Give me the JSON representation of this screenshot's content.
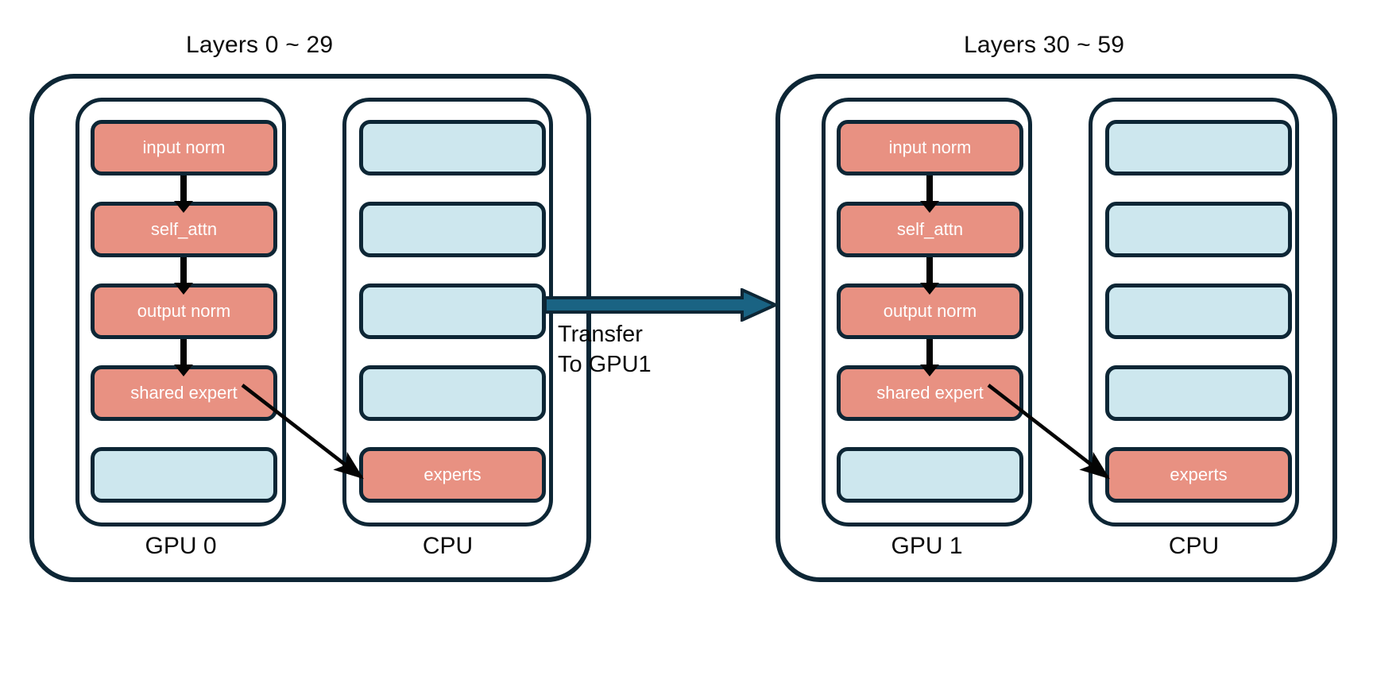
{
  "diagram": {
    "type": "architecture-diagram",
    "title_left": "Layers 0 ~ 29",
    "title_right": "Layers 30 ~ 59",
    "colors": {
      "red_block": "#e89182",
      "blue_block": "#cde7ee",
      "outline": "#0d2635",
      "transfer_arrow": "#1a6383",
      "flow_arrow": "#040404",
      "background": "#ffffff",
      "label_text": "#0b0b0b",
      "block_text": "#ffffff"
    }
  },
  "panels": [
    {
      "id": "left",
      "title": "Layers 0 ~ 29",
      "columns": [
        {
          "id": "gpu",
          "label": "GPU 0",
          "slots": [
            {
              "label": "input norm",
              "color": "red",
              "empty": false
            },
            {
              "label": "self_attn",
              "color": "red",
              "empty": false
            },
            {
              "label": "output norm",
              "color": "red",
              "empty": false
            },
            {
              "label": "shared expert",
              "color": "red",
              "empty": false
            },
            {
              "label": "",
              "color": "blue",
              "empty": true
            }
          ]
        },
        {
          "id": "cpu",
          "label": "CPU",
          "slots": [
            {
              "label": "",
              "color": "blue",
              "empty": true
            },
            {
              "label": "",
              "color": "blue",
              "empty": true
            },
            {
              "label": "",
              "color": "blue",
              "empty": true
            },
            {
              "label": "",
              "color": "blue",
              "empty": true
            },
            {
              "label": "experts",
              "color": "red",
              "empty": false
            }
          ]
        }
      ]
    },
    {
      "id": "right",
      "title": "Layers 30 ~ 59",
      "columns": [
        {
          "id": "gpu",
          "label": "GPU 1",
          "slots": [
            {
              "label": "input norm",
              "color": "red",
              "empty": false
            },
            {
              "label": "self_attn",
              "color": "red",
              "empty": false
            },
            {
              "label": "output norm",
              "color": "red",
              "empty": false
            },
            {
              "label": "shared expert",
              "color": "red",
              "empty": false
            },
            {
              "label": "",
              "color": "blue",
              "empty": true
            }
          ]
        },
        {
          "id": "cpu",
          "label": "CPU",
          "slots": [
            {
              "label": "",
              "color": "blue",
              "empty": true
            },
            {
              "label": "",
              "color": "blue",
              "empty": true
            },
            {
              "label": "",
              "color": "blue",
              "empty": true
            },
            {
              "label": "",
              "color": "blue",
              "empty": true
            },
            {
              "label": "experts",
              "color": "red",
              "empty": false
            }
          ]
        }
      ]
    }
  ],
  "transfer": {
    "line1": "Transfer",
    "line2": "To GPU1"
  }
}
